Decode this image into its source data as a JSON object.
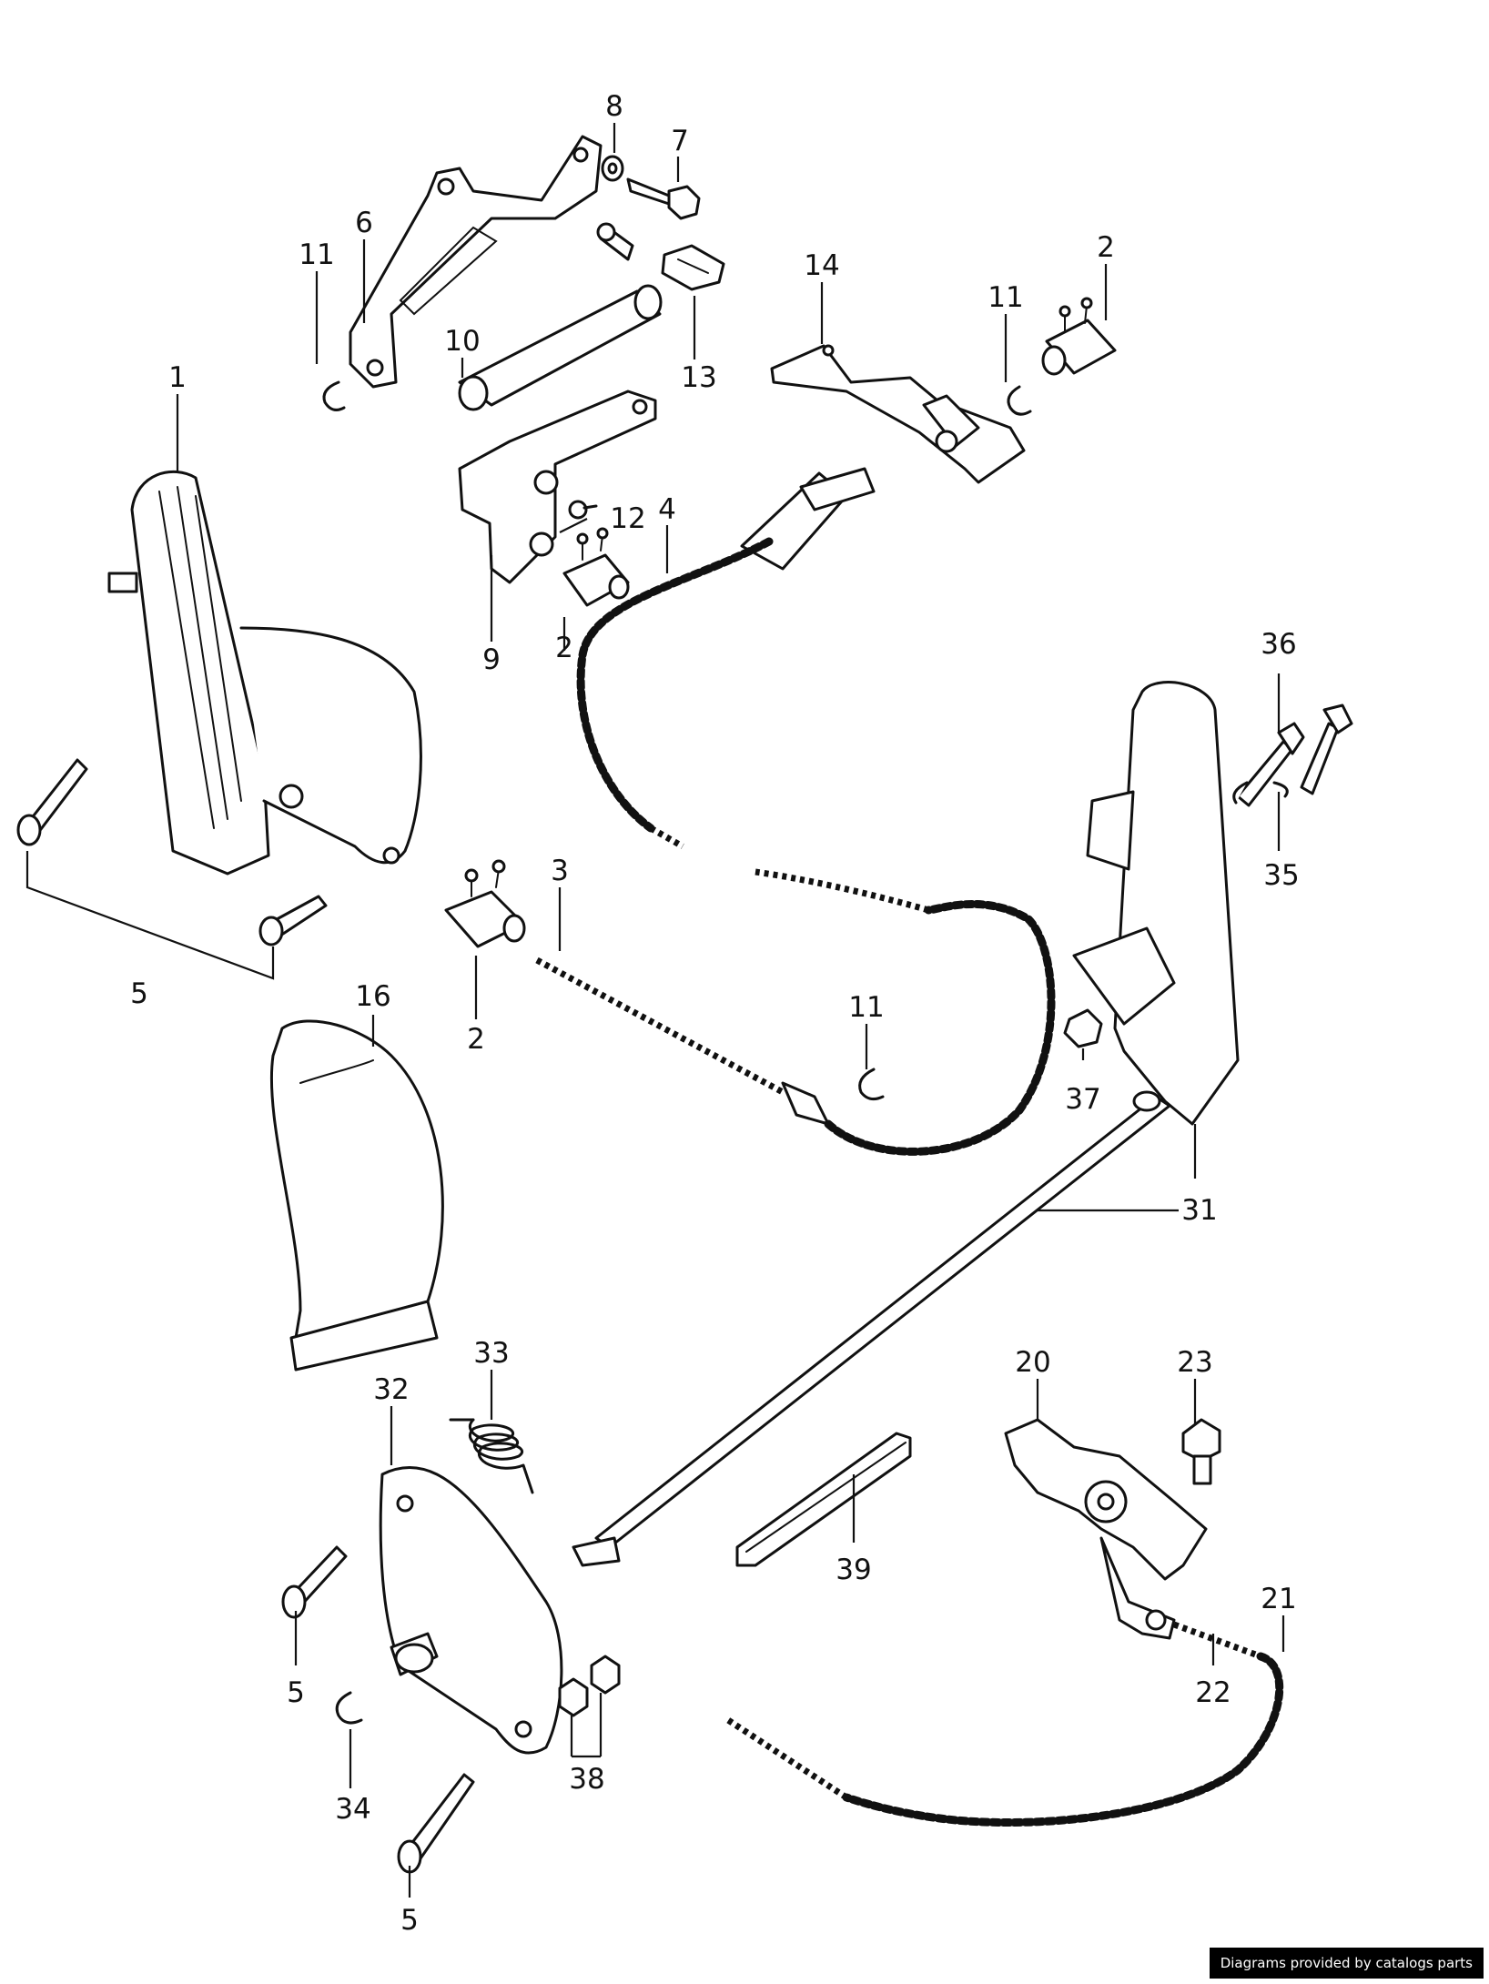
{
  "labels": {
    "l1": "1",
    "l2a": "2",
    "l2b": "2",
    "l2c": "2",
    "l3": "3",
    "l4": "4",
    "l5a": "5",
    "l5b": "5",
    "l5c": "5",
    "l6": "6",
    "l7": "7",
    "l8": "8",
    "l9": "9",
    "l10": "10",
    "l11a": "11",
    "l11b": "11",
    "l11c": "11",
    "l12": "12",
    "l13": "13",
    "l14": "14",
    "l16": "16",
    "l20": "20",
    "l21": "21",
    "l22": "22",
    "l23": "23",
    "l31": "31",
    "l32": "32",
    "l33": "33",
    "l34": "34",
    "l35": "35",
    "l36": "36",
    "l37": "37",
    "l38": "38",
    "l39": "39"
  },
  "credit": "Diagrams provided by catalogs parts"
}
